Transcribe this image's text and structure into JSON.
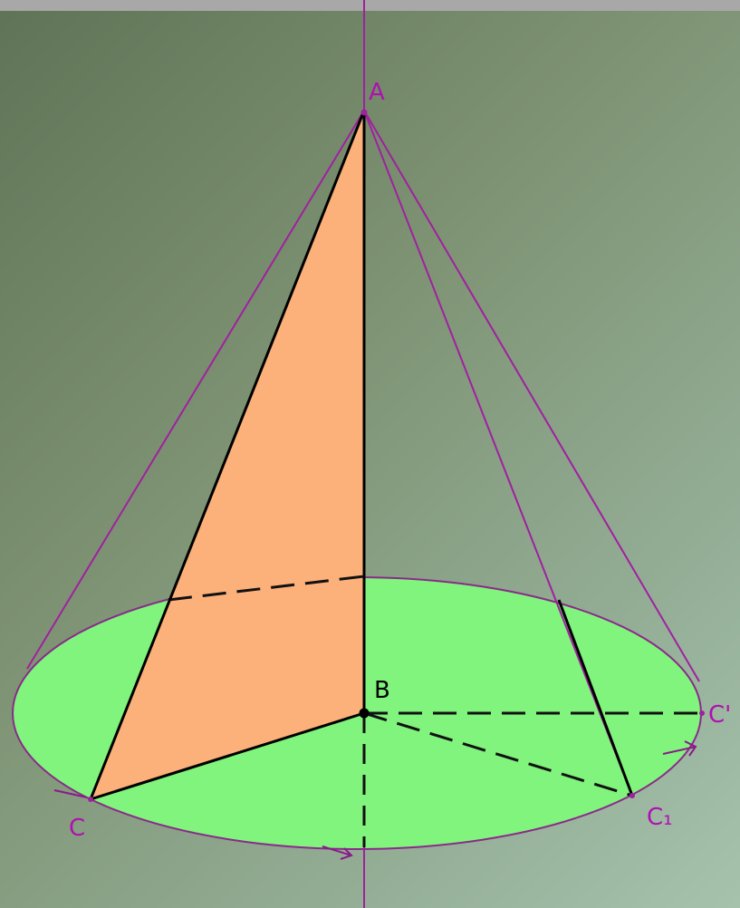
{
  "diagram": {
    "points": {
      "apex": "A",
      "center": "B",
      "base_left": "C",
      "base_right": "C'",
      "base_front_right": "C₁"
    },
    "colors": {
      "background_dark": "#5f7456",
      "background_light": "#a6c2ad",
      "top_bar": "#a8a8a8",
      "base_fill": "#80f47c",
      "section_fill": "#fcb07a",
      "outline": "#a020a0",
      "edge": "#000000",
      "label_black": "#000000",
      "label_purple": "#b010b0"
    }
  }
}
